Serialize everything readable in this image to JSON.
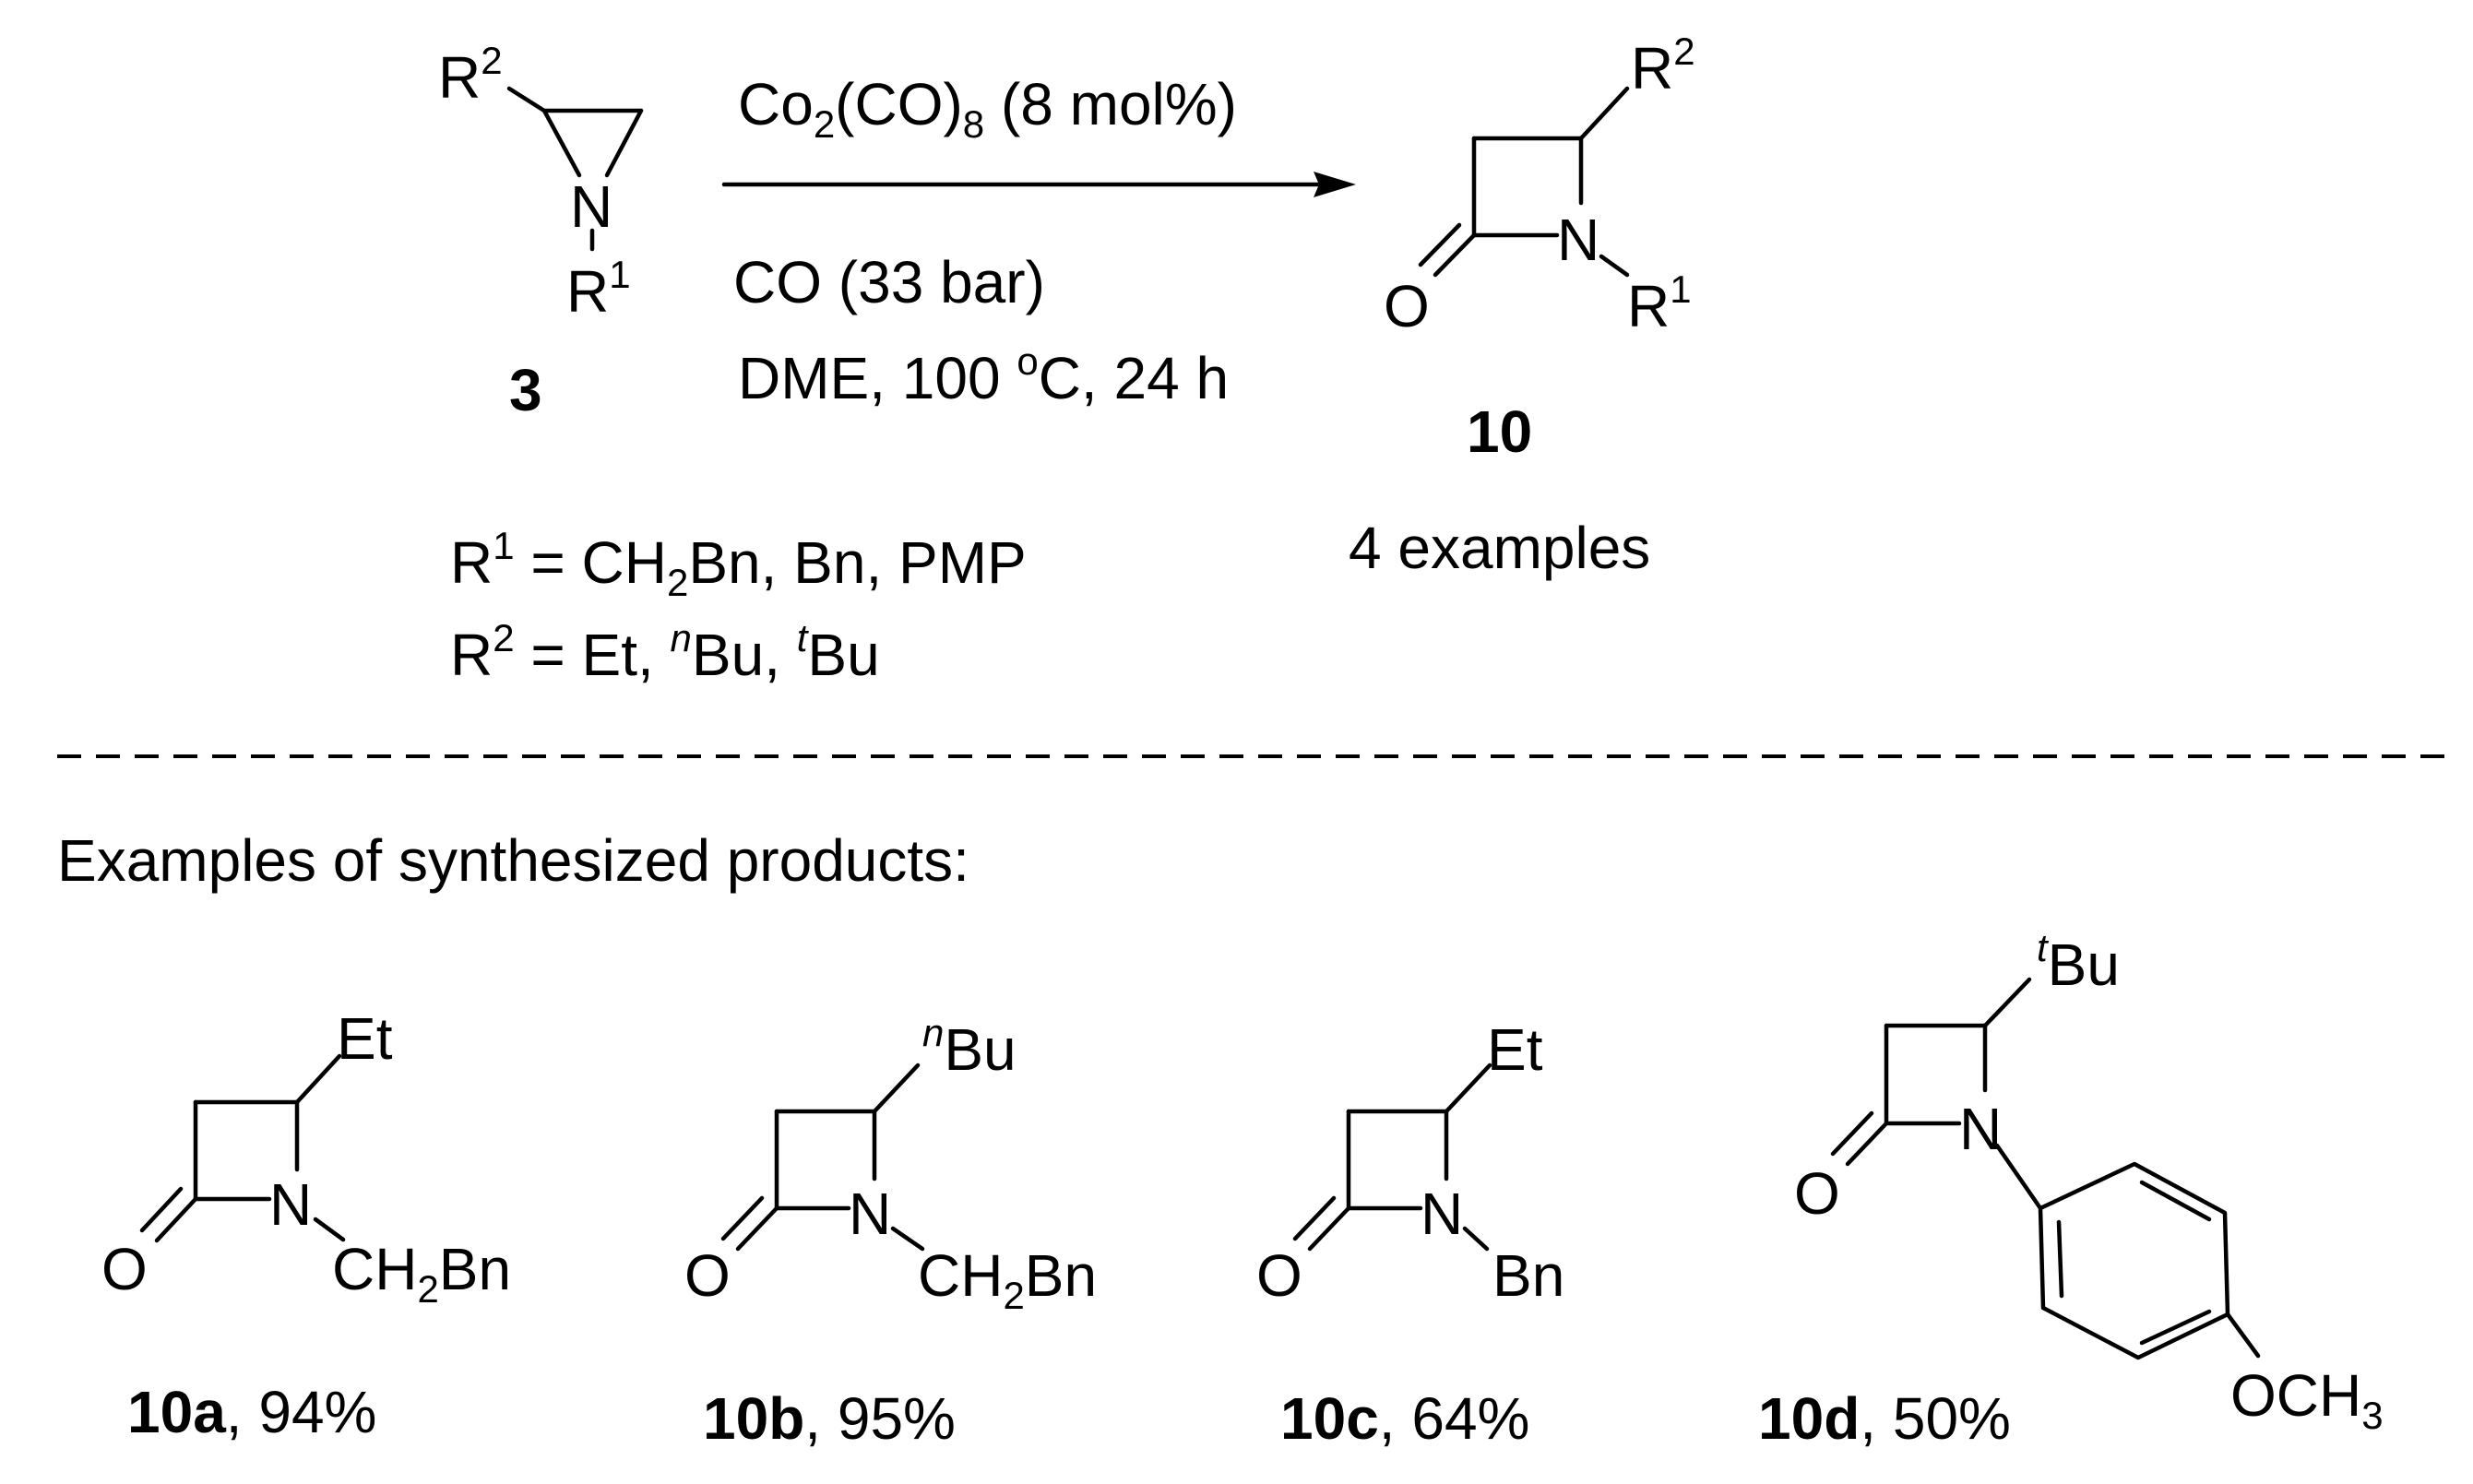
{
  "reaction": {
    "substrate": {
      "r2_label": "R",
      "r2_sup": "2",
      "n_label": "N",
      "r1_label": "R",
      "r1_sup": "1",
      "compound_number": "3"
    },
    "conditions": {
      "catalyst_a": "Co",
      "catalyst_sub1": "2",
      "catalyst_b": "(CO)",
      "catalyst_sub2": "8",
      "catalyst_c": " (8 mol%)",
      "gas": "CO (33 bar)",
      "solvent_a": "DME, 100 ",
      "solvent_deg": "o",
      "solvent_b": "C, 24 h"
    },
    "product": {
      "r2_label": "R",
      "r2_sup": "2",
      "o_label": "O",
      "n_label": "N",
      "r1_label": "R",
      "r1_sup": "1",
      "compound_number": "10",
      "examples_count": "4 examples"
    },
    "scope": {
      "r1_line_a": "R",
      "r1_line_sup": "1",
      "r1_line_b": " = CH",
      "r1_line_sub": "2",
      "r1_line_c": "Bn, Bn, PMP",
      "r2_line_a": "R",
      "r2_line_sup": "2",
      "r2_line_b": " = Et, ",
      "r2_line_n": "n",
      "r2_line_c": "Bu, ",
      "r2_line_t": "t",
      "r2_line_d": "Bu"
    }
  },
  "examples_heading": "Examples of synthesized products:",
  "products": [
    {
      "id": "10a",
      "yield": ", 94%",
      "sub_label": "Et",
      "o_label": "O",
      "n_label": "N",
      "n_sub_a": "CH",
      "n_sub_sub": "2",
      "n_sub_b": "Bn"
    },
    {
      "id": "10b",
      "yield": ", 95%",
      "sub_prefix": "n",
      "sub_label": "Bu",
      "o_label": "O",
      "n_label": "N",
      "n_sub_a": "CH",
      "n_sub_sub": "2",
      "n_sub_b": "Bn"
    },
    {
      "id": "10c",
      "yield": ", 64%",
      "sub_label": "Et",
      "o_label": "O",
      "n_label": "N",
      "n_sub_a": "Bn"
    },
    {
      "id": "10d",
      "yield": ", 50%",
      "sub_prefix": "t",
      "sub_label": "Bu",
      "o_label": "O",
      "n_label": "N",
      "aryl_sub_a": "OCH",
      "aryl_sub_sub": "3"
    }
  ]
}
